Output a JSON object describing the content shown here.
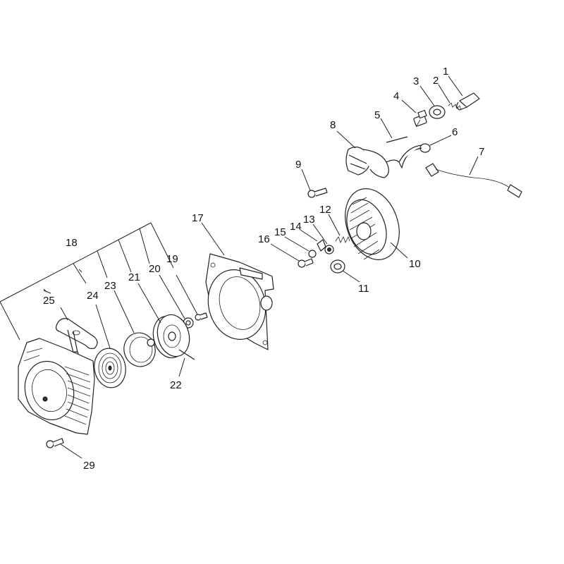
{
  "diagram": {
    "callouts": [
      {
        "id": "c1",
        "text": "1"
      },
      {
        "id": "c2",
        "text": "2"
      },
      {
        "id": "c3",
        "text": "3"
      },
      {
        "id": "c4",
        "text": "4"
      },
      {
        "id": "c5",
        "text": "5"
      },
      {
        "id": "c6",
        "text": "6"
      },
      {
        "id": "c7",
        "text": "7"
      },
      {
        "id": "c8",
        "text": "8"
      },
      {
        "id": "c9",
        "text": "9"
      },
      {
        "id": "c10",
        "text": "10"
      },
      {
        "id": "c11",
        "text": "11"
      },
      {
        "id": "c12",
        "text": "12"
      },
      {
        "id": "c13",
        "text": "13"
      },
      {
        "id": "c14",
        "text": "14"
      },
      {
        "id": "c15",
        "text": "15"
      },
      {
        "id": "c16",
        "text": "16"
      },
      {
        "id": "c17",
        "text": "17"
      },
      {
        "id": "c18",
        "text": "18"
      },
      {
        "id": "c19",
        "text": "19"
      },
      {
        "id": "c20",
        "text": "20"
      },
      {
        "id": "c21",
        "text": "21"
      },
      {
        "id": "c22",
        "text": "22"
      },
      {
        "id": "c23",
        "text": "23"
      },
      {
        "id": "c24",
        "text": "24"
      },
      {
        "id": "c25",
        "text": "25"
      },
      {
        "id": "c29",
        "text": "29"
      }
    ]
  }
}
